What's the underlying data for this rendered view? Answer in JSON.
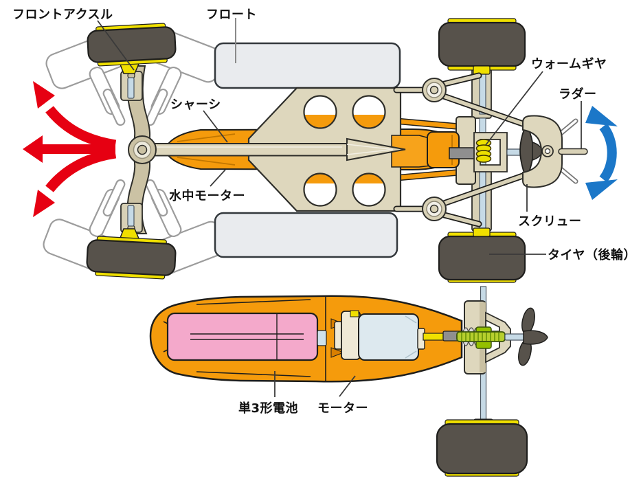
{
  "diagram": {
    "description": "exploded technical illustration of amphibious model buggy, top view and side view",
    "labels": {
      "front_axle": "フロントアクスル",
      "float": "フロート",
      "chassis": "シャーシ",
      "underwater_motor": "水中モーター",
      "worm_gear": "ウォームギヤ",
      "rudder": "ラダー",
      "screw": "スクリュー",
      "rear_tire": "タイヤ（後輪）",
      "aa_battery": "単3形電池",
      "motor": "モーター"
    },
    "colors": {
      "body_orange": "#F59B0C",
      "orange_shade": "#C27700",
      "chassis_tan": "#DED7BD",
      "arm_tan": "#CBC2A4",
      "strut_tan": "#D8D1B6",
      "tire_gray": "#57524B",
      "rim_yellow": "#F0E000",
      "battery_pink": "#F4A9CB",
      "motor_body_blue": "#DDE9EF",
      "metal_shaft_blue": "#C6DAE6",
      "gear_green": "#B7CF2E",
      "gear_green_dark": "#94C000",
      "worm_yellow": "#EDE000",
      "arrow_red": "#E60012",
      "arrow_blue": "#1B77C8",
      "float_gray": "#E9EBEE",
      "outline": "#1E1E1C"
    }
  }
}
